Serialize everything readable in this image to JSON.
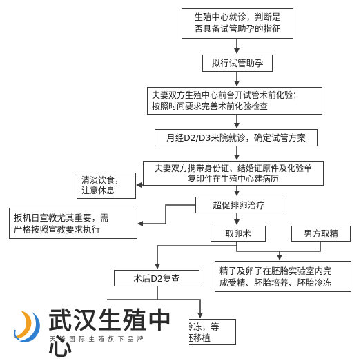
{
  "flowchart": {
    "step1": {
      "line1": "生殖中心就诊，判断是",
      "line2": "否具备试管助孕的指征"
    },
    "step2": {
      "text": "拟行试管助孕"
    },
    "step3": {
      "line1": "夫妻双方生殖中心前台开试管术前化验；",
      "line2": "按照时间要求完善术前化验检查"
    },
    "step4": {
      "text": "月经D2/D3来院就诊，确定试管方案"
    },
    "step5": {
      "line1": "夫妻双方携带身份证、结婚证原件及化验单",
      "line2": "复印件在生殖中心建病历"
    },
    "step6": {
      "text": "超促排卵治疗"
    },
    "note_diet": {
      "line1": "清淡饮食，",
      "line2": "注意休息"
    },
    "note_trigger": {
      "line1": "扳机日宣教尤其重要，需",
      "line2": "严格按照宣教要求执行"
    },
    "step7": {
      "text": "取卵术"
    },
    "step7b": {
      "text": "男方取精"
    },
    "step8": {
      "line1": "精子及卵子在胚胎实验室内完",
      "line2": "成受精、胚胎培养、胚胎冷冻"
    },
    "step9": {
      "text": "术后D2复查"
    },
    "step10": {
      "line1": "胚冷冻，等",
      "line2": "冻胚移植"
    }
  },
  "logo": {
    "title": "武汉生殖中心",
    "subtitle": "天锋国际生殖旗下品牌"
  },
  "colors": {
    "line": "#3a3a3a",
    "logo_orange": "#f0a020",
    "logo_blue": "#2f7fd0"
  }
}
